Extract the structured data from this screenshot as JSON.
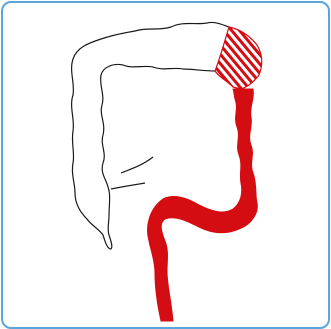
{
  "diagram": {
    "subject": "colon",
    "colors": {
      "frame_border": "#5aa6dc",
      "highlight_red": "#d40d12",
      "outline": "#1a1a1a",
      "background": "#ffffff"
    },
    "regions": [
      {
        "name": "ascending-colon",
        "fill": "none"
      },
      {
        "name": "transverse-colon",
        "fill": "none"
      },
      {
        "name": "splenic-flexure",
        "fill": "hatched-red"
      },
      {
        "name": "descending-colon",
        "fill": "solid-red"
      },
      {
        "name": "sigmoid-colon",
        "fill": "solid-red"
      },
      {
        "name": "rectum",
        "fill": "solid-red"
      },
      {
        "name": "appendix",
        "fill": "none"
      }
    ]
  }
}
